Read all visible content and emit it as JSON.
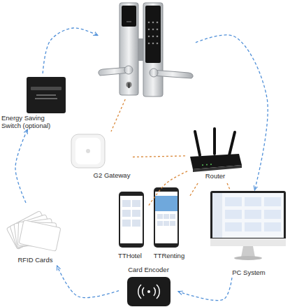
{
  "diagram": {
    "nodes": [
      {
        "text": []
      },
      {
        "text": [
          "Energy Saving Switch (optional)"
        ]
      },
      {
        "text": [
          "G2 Gateway"
        ]
      },
      {
        "text": [
          "Router"
        ]
      },
      {
        "text": [
          "TTHotel"
        ]
      },
      {
        "text": [
          "TTRenting"
        ]
      },
      {
        "text": [
          "PC System"
        ]
      },
      {
        "text": [
          "RFID Cards"
        ]
      },
      {
        "text": [
          "Card Encoder"
        ]
      }
    ],
    "edges": [
      {
        "from": 0,
        "to": 6,
        "arrow": "to"
      },
      {
        "from": 6,
        "to": 8,
        "arrow": "to"
      },
      {
        "from": 8,
        "to": 7,
        "arrow": "to"
      },
      {
        "from": 7,
        "to": 1,
        "arrow": "to"
      },
      {
        "from": 1,
        "to": 0,
        "arrow": "to"
      },
      {
        "from": 0,
        "to": 2,
        "arrow": "none"
      },
      {
        "from": 2,
        "to": 3,
        "arrow": "none"
      },
      {
        "from": 3,
        "to": 4,
        "arrow": "none"
      },
      {
        "from": 3,
        "to": 5,
        "arrow": "none"
      },
      {
        "from": 3,
        "to": 6,
        "arrow": "none"
      }
    ]
  }
}
